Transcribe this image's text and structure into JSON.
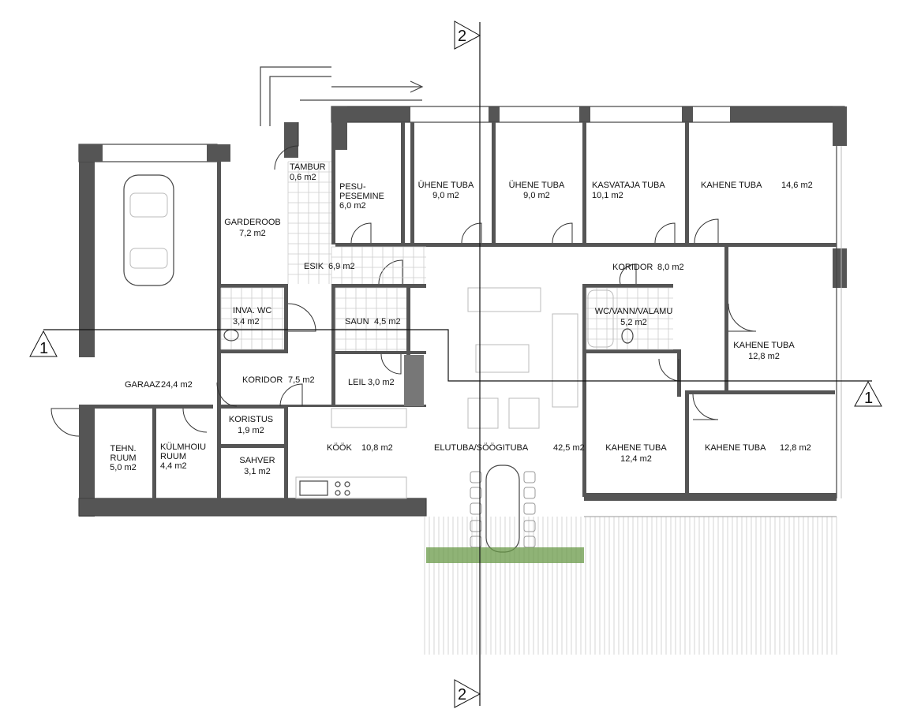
{
  "title": "Floor plan",
  "section_markers": {
    "one": "1",
    "two": "2"
  },
  "rooms": [
    {
      "id": "tambur",
      "name": "TAMBUR",
      "area": "0,6 m2"
    },
    {
      "id": "pesu",
      "name1": "PESU-",
      "name2": "PESEMINE",
      "area": "6,0 m2"
    },
    {
      "id": "uhene1",
      "name": "ÜHENE TUBA",
      "area": "9,0 m2"
    },
    {
      "id": "uhene2",
      "name": "ÜHENE TUBA",
      "area": "9,0 m2"
    },
    {
      "id": "kasvataja",
      "name": "KASVATAJA TUBA",
      "area": "10,1 m2"
    },
    {
      "id": "kahene146",
      "name": "KAHENE TUBA",
      "area": "14,6 m2"
    },
    {
      "id": "garderoob",
      "name": "GARDEROOB",
      "area": "7,2 m2"
    },
    {
      "id": "esik",
      "name": "ESIK",
      "area": "6,9 m2"
    },
    {
      "id": "koridor8",
      "name": "KORIDOR",
      "area": "8,0 m2"
    },
    {
      "id": "invawc",
      "name": "INVA. WC",
      "area": "3,4 m2"
    },
    {
      "id": "saun",
      "name": "SAUN",
      "area": "4,5 m2"
    },
    {
      "id": "wcvann",
      "name": "WC/VANN/VALAMU",
      "area": "5,2 m2"
    },
    {
      "id": "kahene128a",
      "name": "KAHENE TUBA",
      "area": "12,8 m2"
    },
    {
      "id": "koridor75",
      "name": "KORIDOR",
      "area": "7,5 m2"
    },
    {
      "id": "leil",
      "name": "LEIL",
      "area": "3,0 m2"
    },
    {
      "id": "garaaz",
      "name": "GARAAZ",
      "area": "24,4 m2"
    },
    {
      "id": "koristus",
      "name": "KORISTUS",
      "area": "1,9 m2"
    },
    {
      "id": "tehn",
      "name1": "TEHN.",
      "name2": "RUUM",
      "area": "5,0 m2"
    },
    {
      "id": "kulmhoiu",
      "name1": "KÜLMHOIU",
      "name2": "RUUM",
      "area": "4,4 m2"
    },
    {
      "id": "sahver",
      "name": "SAHVER",
      "area": "3,1 m2"
    },
    {
      "id": "kook",
      "name": "KÖÖK",
      "area": "10,8 m2"
    },
    {
      "id": "elutuba",
      "name": "ELUTUBA/SÖÖGITUBA",
      "area": "42,5 m2"
    },
    {
      "id": "kahene124",
      "name": "KAHENE TUBA",
      "area": "12,4 m2"
    },
    {
      "id": "kahene128b",
      "name": "KAHENE TUBA",
      "area": "12,8 m2"
    }
  ]
}
